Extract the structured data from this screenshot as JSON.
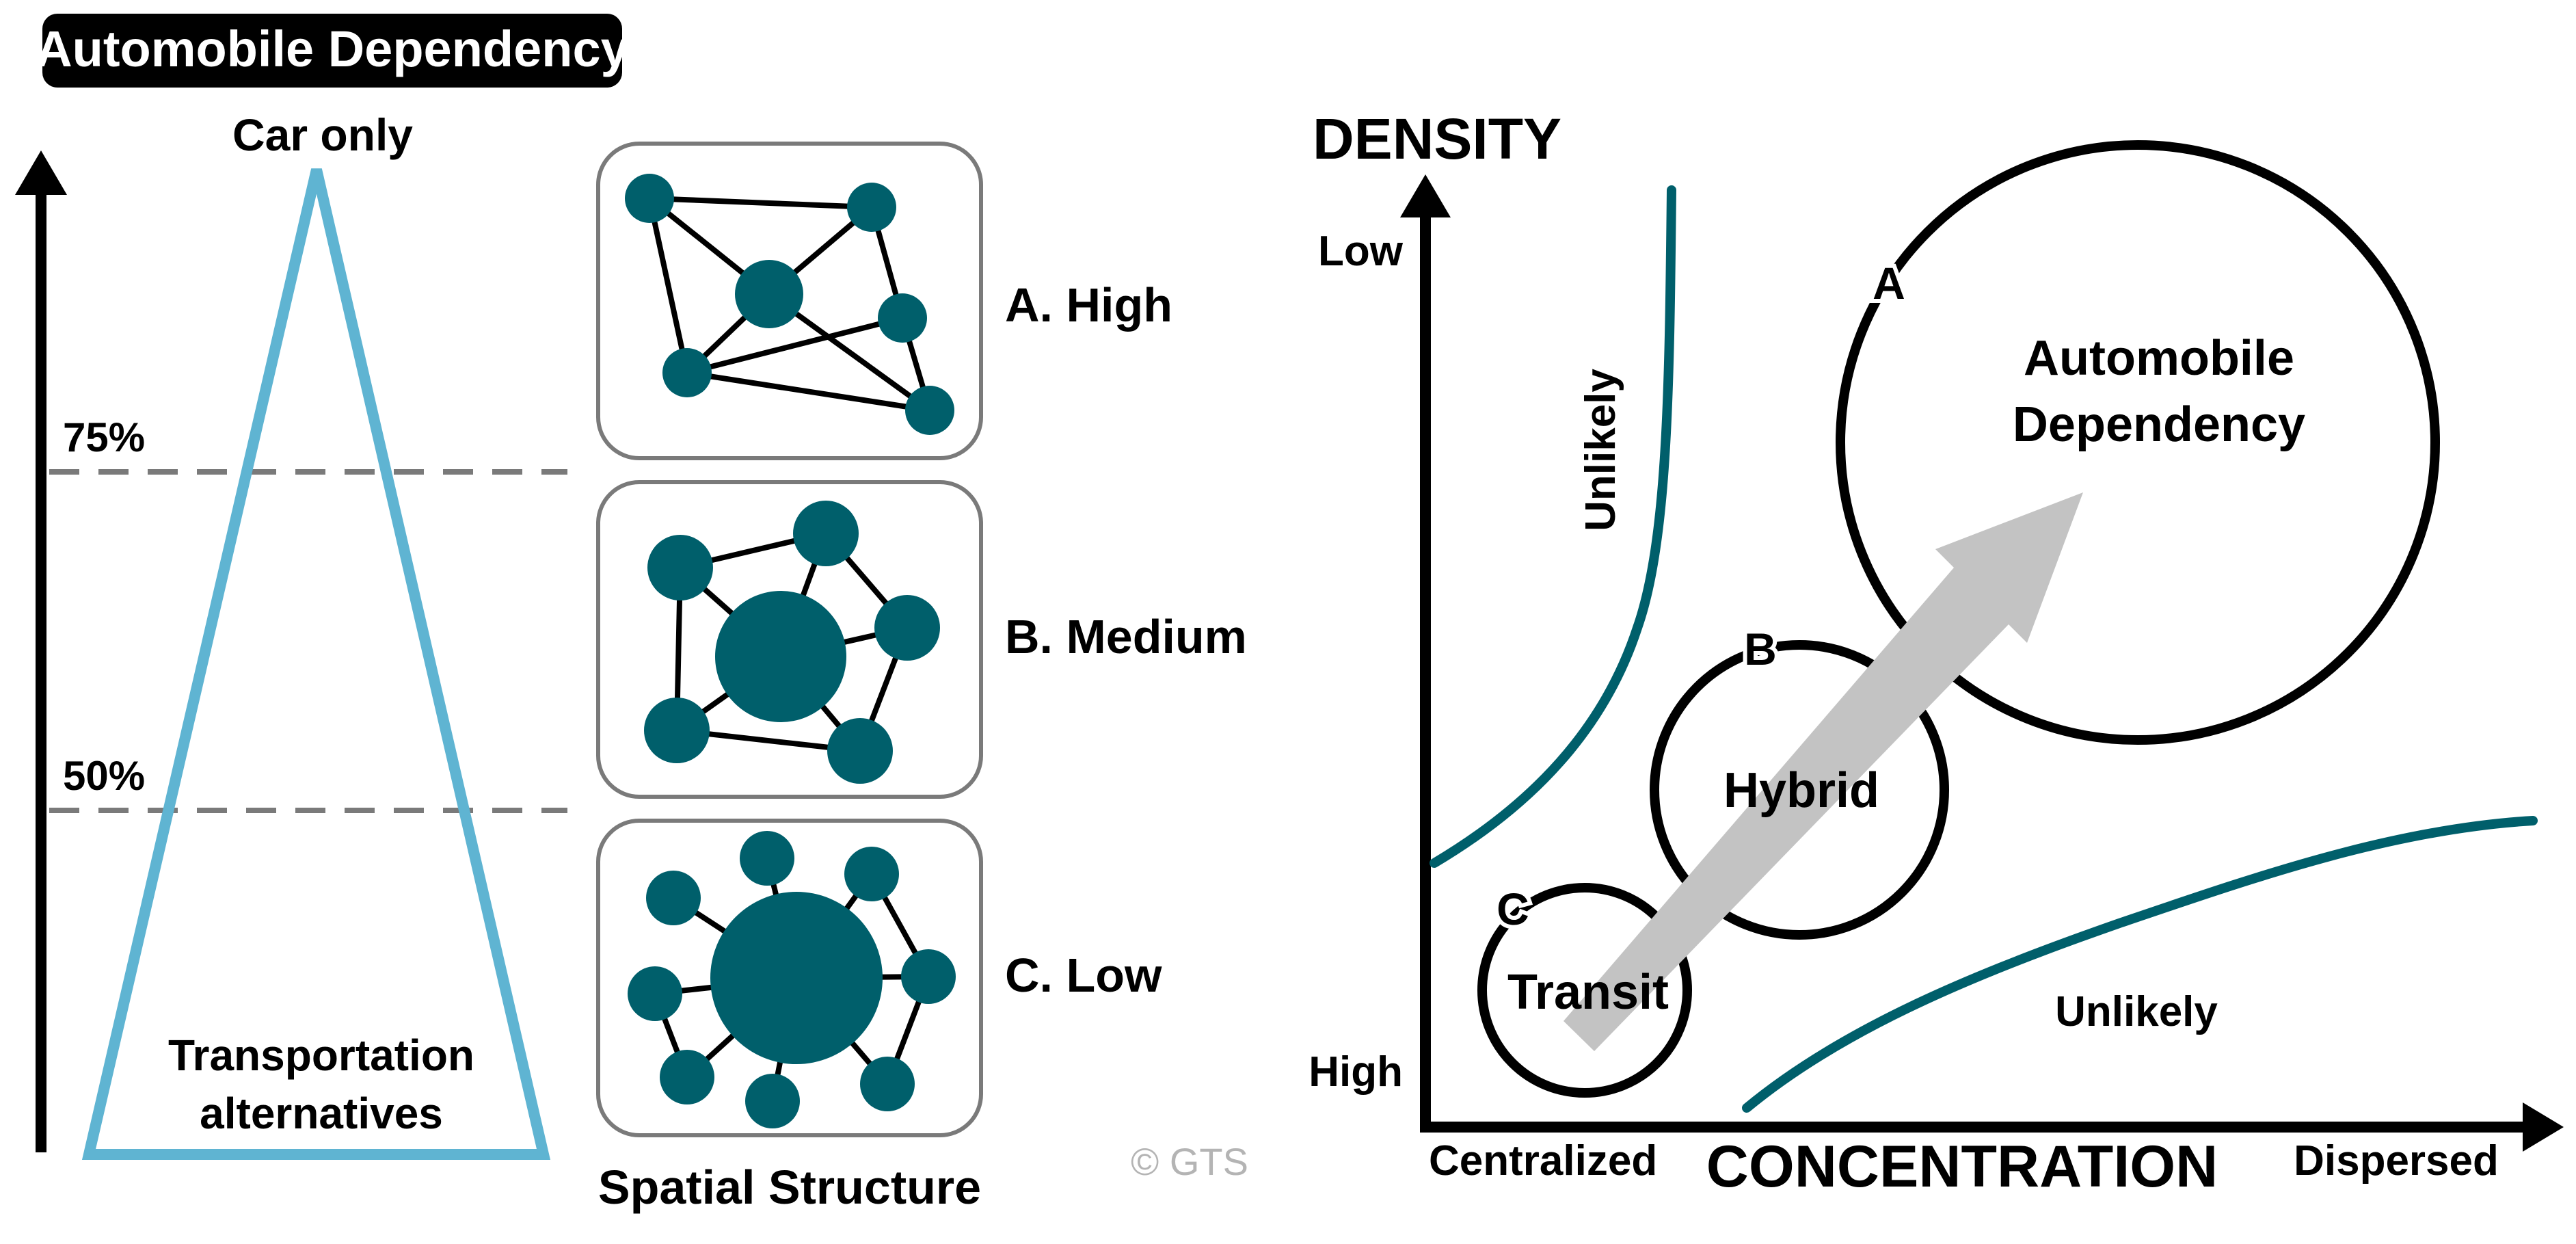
{
  "title": "Automobile Dependency",
  "colors": {
    "teal": "#005f6b",
    "triangle": "#5fb4d2",
    "arrow_fill": "#c3c3c3",
    "dashed": "#7a7a7a",
    "box_border": "#7a7a7a",
    "title_bg": "#000000"
  },
  "left_panel": {
    "top_label": "Car only",
    "threshold_75": "75%",
    "threshold_50": "50%",
    "triangle_label_line1": "Transportation",
    "triangle_label_line2": "alternatives"
  },
  "spatial": {
    "caption": "Spatial Structure",
    "items": [
      {
        "label": "A. High"
      },
      {
        "label": "B. Medium"
      },
      {
        "label": "C. Low"
      }
    ]
  },
  "credit": "© GTS",
  "right_chart": {
    "y_axis_title": "DENSITY",
    "y_low": "Low",
    "y_high": "High",
    "x_axis_title": "CONCENTRATION",
    "x_left": "Centralized",
    "x_right": "Dispersed",
    "unlikely_upper": "Unlikely",
    "unlikely_lower": "Unlikely",
    "circles": [
      {
        "letter": "A",
        "line1": "Automobile",
        "line2": "Dependency"
      },
      {
        "letter": "B",
        "line1": "Hybrid"
      },
      {
        "letter": "C",
        "line1": "Transit"
      }
    ]
  }
}
